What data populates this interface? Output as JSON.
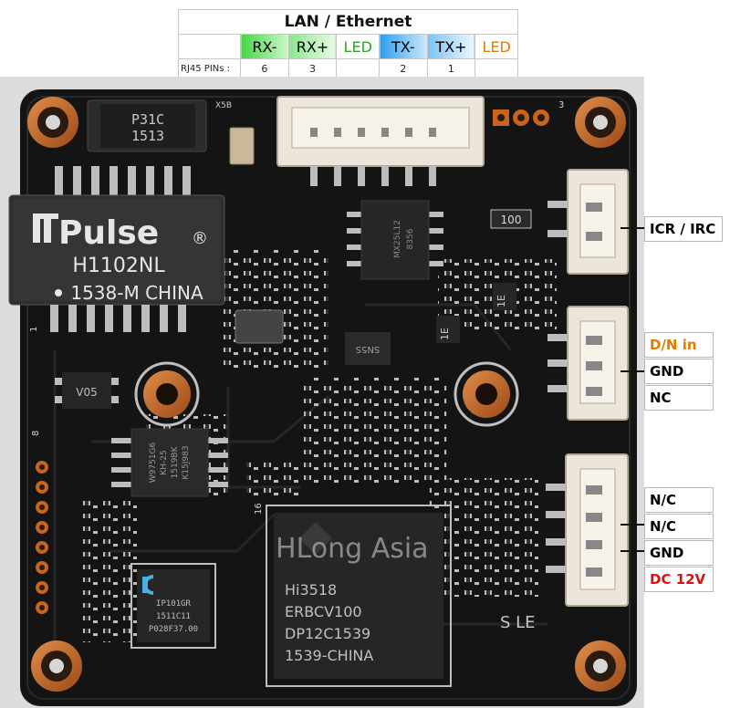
{
  "lan_table": {
    "title": "LAN / Ethernet",
    "columns": [
      {
        "label": "RX-",
        "color": "#111111"
      },
      {
        "label": "RX+",
        "color": "#111111"
      },
      {
        "label": "LED",
        "color": "#2aa52a"
      },
      {
        "label": "TX-",
        "color": "#111111"
      },
      {
        "label": "TX+",
        "color": "#111111"
      },
      {
        "label": "LED",
        "color": "#e07b00"
      }
    ],
    "pins_label": "RJ45 PINs :",
    "pins": [
      "6",
      "3",
      "",
      "2",
      "1",
      ""
    ]
  },
  "connector_labels": {
    "icr": "ICR / IRC",
    "dn_in": "D/N in",
    "gnd1": "GND",
    "nc": "NC",
    "nc1": "N/C",
    "nc2": "N/C",
    "gnd2": "GND",
    "dc": "DC 12V"
  },
  "colors": {
    "board": "#141414",
    "dn_in": "#e07b00",
    "dc": "#e01010",
    "pad": "#c8641e"
  },
  "chips": {
    "pulse_logo": "Pulse",
    "pulse_reg": "®",
    "pulse_model": "H1102NL",
    "pulse_line2": "1538-M CHINA",
    "p31c_1": "P31C",
    "p31c_2": "1513",
    "soc_1": "Hi3518",
    "soc_2": "ERBCV100",
    "soc_3": "DP12C1539",
    "soc_4": "1539-CHINA",
    "phy_1": "IP101GR",
    "phy_2": "1511C11",
    "phy_3": "P028F37.00",
    "flash_1": "MX25L12",
    "flash_2": "8356",
    "mem_1": "W9751G6",
    "mem_2": "KH-25",
    "mem_3": "1519BK",
    "mem_4": "K15J983",
    "v05": "V05",
    "r100": "100",
    "t1e": "1E",
    "t1e2": "1E",
    "sot": "SN5S",
    "x5b": "X5B",
    "pin1": "1",
    "pin8": "8",
    "pin3": "3",
    "pin16": "16",
    "sle": "S LE"
  },
  "watermark": "HLong Asia"
}
